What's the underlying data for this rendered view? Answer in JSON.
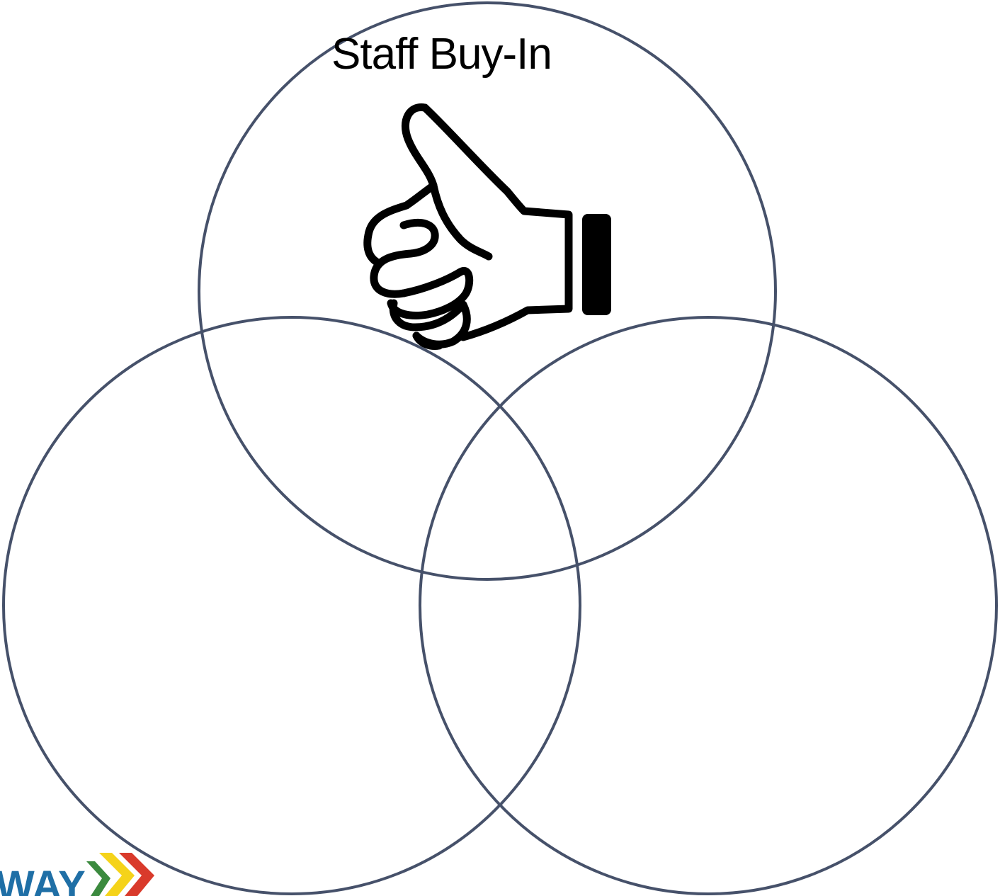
{
  "diagram": {
    "title": "Staff Buy-In",
    "circle_stroke_color": "#46516a",
    "circles": [
      {
        "role": "top"
      },
      {
        "role": "bottom-left"
      },
      {
        "role": "bottom-right"
      }
    ],
    "icon": "thumbs-up-icon"
  },
  "logo": {
    "text": "WAY",
    "text_color": "#1f6fa6",
    "chevron_colors": [
      "#f5d31a",
      "#d93a2b"
    ]
  }
}
